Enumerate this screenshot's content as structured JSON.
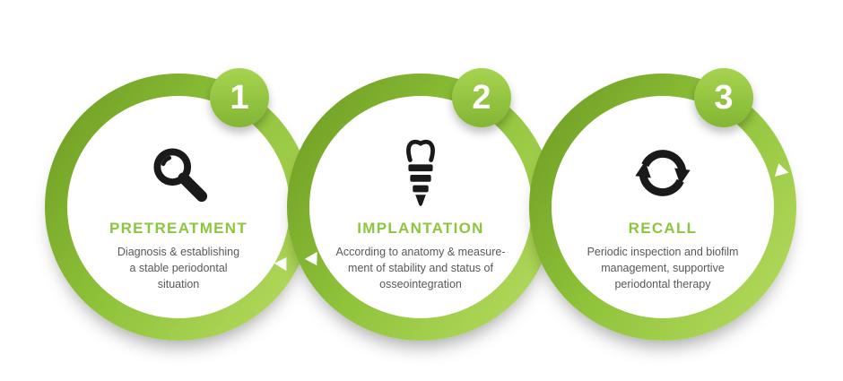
{
  "colors": {
    "green_dark": "#6f9d23",
    "green_accent": "#8cc63e",
    "green_light": "#b5da5f",
    "badge_green": "#8db93d",
    "text_gray": "#58585a",
    "icon_black": "#1a1a1a"
  },
  "steps": [
    {
      "number": "1",
      "title": "PRETREATMENT",
      "description": "Diagnosis & establishing\na stable periodontal\nsituation",
      "icon": "magnifier-icon"
    },
    {
      "number": "2",
      "title": "IMPLANTATION",
      "description": "According to anatomy & measure-\nment of stability and status of\nosseointegration",
      "icon": "dental-implant-icon"
    },
    {
      "number": "3",
      "title": "RECALL",
      "description": "Periodic inspection and biofilm\nmanagement, supportive\nperiodontal therapy",
      "icon": "recall-cycle-icon"
    }
  ]
}
